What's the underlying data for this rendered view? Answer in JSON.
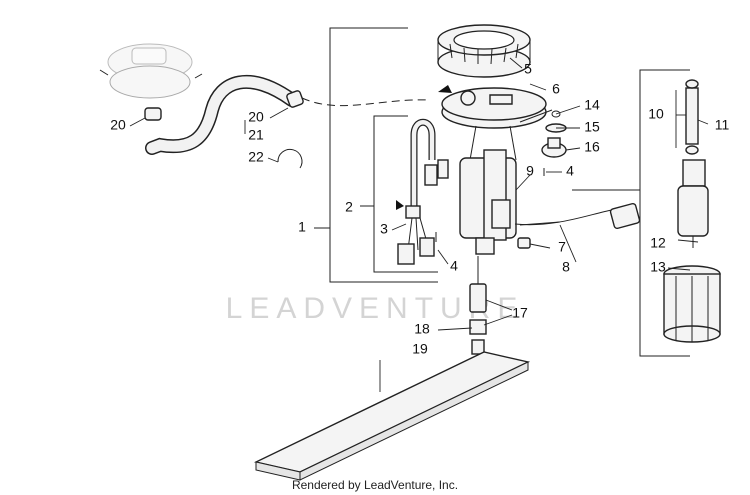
{
  "watermark": "LEADVENTURE",
  "footer": "Rendered by LeadVenture, Inc.",
  "callouts": {
    "c1": "1",
    "c2": "2",
    "c3": "3",
    "c4a": "4",
    "c4b": "4",
    "c5": "5",
    "c6": "6",
    "c7": "7",
    "c8": "8",
    "c9": "9",
    "c10": "10",
    "c11": "11",
    "c12": "12",
    "c13": "13",
    "c14": "14",
    "c15": "15",
    "c16": "16",
    "c17": "17",
    "c18": "18",
    "c19": "19",
    "c20a": "20",
    "c20b": "20",
    "c21": "21",
    "c22": "22"
  }
}
